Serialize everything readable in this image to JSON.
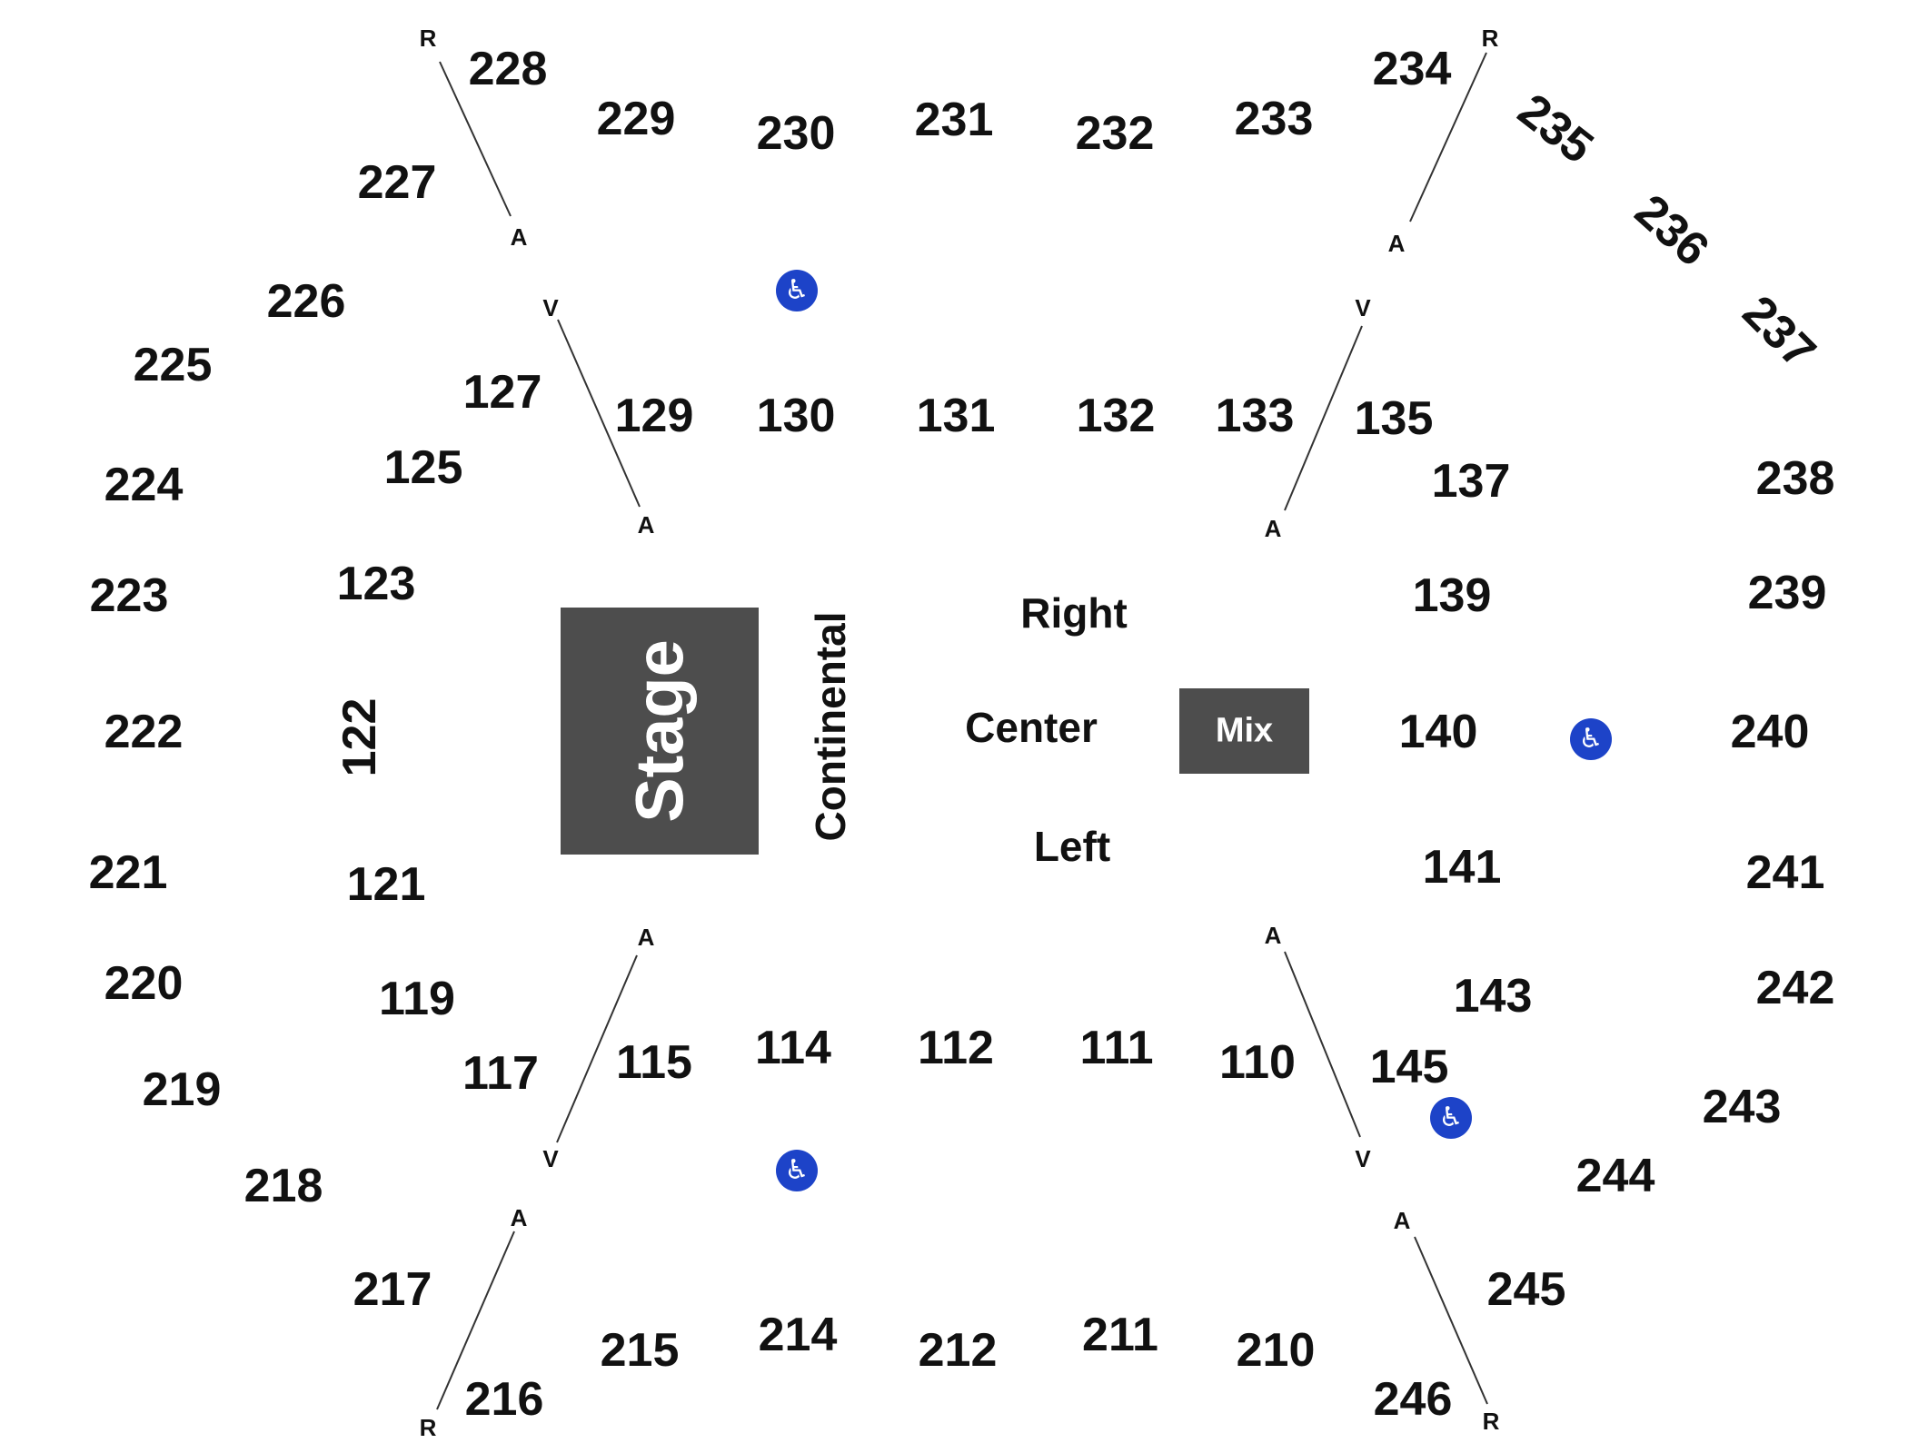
{
  "colors": {
    "stage": "#4d4d4d",
    "mix": "#4d4d4d",
    "accessibility": "#1d43c8",
    "text": "#111111",
    "line": "#333333"
  },
  "stage": {
    "label": "Stage"
  },
  "mix": {
    "label": "Mix"
  },
  "continental": {
    "label": "Continental"
  },
  "zones": {
    "right": "Right",
    "center": "Center",
    "left": "Left"
  },
  "aisle_labels": {
    "r": "R",
    "a": "A",
    "v": "V"
  },
  "accessibility_icon": "wheelchair-icon",
  "sections": {
    "s228": "228",
    "s229": "229",
    "s230": "230",
    "s231": "231",
    "s232": "232",
    "s233": "233",
    "s234": "234",
    "s235": "235",
    "s236": "236",
    "s237": "237",
    "s227": "227",
    "s226": "226",
    "s225": "225",
    "s224": "224",
    "s223": "223",
    "s222": "222",
    "s221": "221",
    "s220": "220",
    "s219": "219",
    "s218": "218",
    "s217": "217",
    "s216": "216",
    "s215": "215",
    "s214": "214",
    "s212": "212",
    "s211": "211",
    "s210": "210",
    "s246": "246",
    "s245": "245",
    "s244": "244",
    "s243": "243",
    "s242": "242",
    "s241": "241",
    "s240": "240",
    "s239": "239",
    "s238": "238",
    "s127": "127",
    "s129": "129",
    "s130": "130",
    "s131": "131",
    "s132": "132",
    "s133": "133",
    "s135": "135",
    "s137": "137",
    "s125": "125",
    "s123": "123",
    "s122": "122",
    "s121": "121",
    "s119": "119",
    "s117": "117",
    "s115": "115",
    "s114": "114",
    "s112": "112",
    "s111": "111",
    "s110": "110",
    "s145": "145",
    "s143": "143",
    "s141": "141",
    "s140": "140",
    "s139": "139"
  }
}
